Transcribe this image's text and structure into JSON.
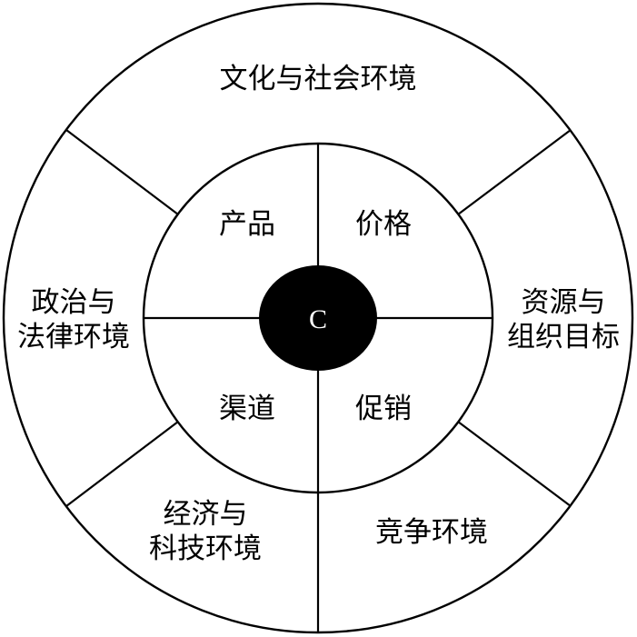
{
  "diagram": {
    "center": {
      "label": "C",
      "fill": "#000000",
      "text_color": "#ffffff"
    },
    "inner_ring": {
      "product": "产品",
      "price": "价格",
      "place": "渠道",
      "promotion": "促销"
    },
    "outer_ring": {
      "culture_society": "文化与社会环境",
      "politics_law": [
        "政治与",
        "法律环境"
      ],
      "resources_objectives": [
        "资源与",
        "组织目标"
      ],
      "economy_technology": [
        "经济与",
        "科技环境"
      ],
      "competition": "竞争环境"
    },
    "colors": {
      "stroke": "#000000",
      "background": "#ffffff"
    }
  }
}
